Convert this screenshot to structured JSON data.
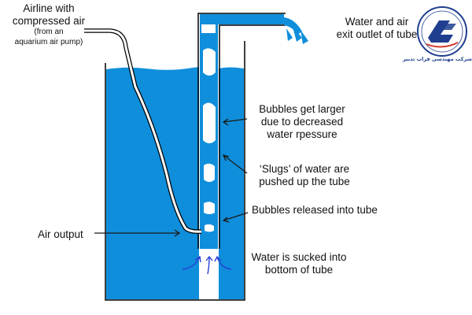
{
  "labels": {
    "airline": {
      "line1": "Airline with",
      "line2": "compressed air",
      "sub1": "(from an",
      "sub2": "aquarium air pump)"
    },
    "exit": {
      "line1": "Water and air",
      "line2": "exit outlet of tube"
    },
    "bubbles": {
      "line1": "Bubbles get larger",
      "line2": "due to decreased",
      "line3": "water rpessure"
    },
    "slugs": {
      "line1": "‘Slugs’ of water are",
      "line2": "pushed up the tube"
    },
    "released": "Bubbles released into tube",
    "air_output": "Air output",
    "sucked": {
      "line1": "Water is sucked into",
      "line2": "bottom of tube"
    }
  },
  "logo": {
    "company_name": "شرکت مهندسی فراب تدبیر",
    "icon": "company-logo-icon"
  },
  "colors": {
    "water": "#0f8edb",
    "outline": "#000000",
    "arrow": "#1a1a1a",
    "suction_arrow": "#2a3fd6",
    "logo_blue": "#1f3e8f",
    "logo_red": "#d03a2e"
  }
}
